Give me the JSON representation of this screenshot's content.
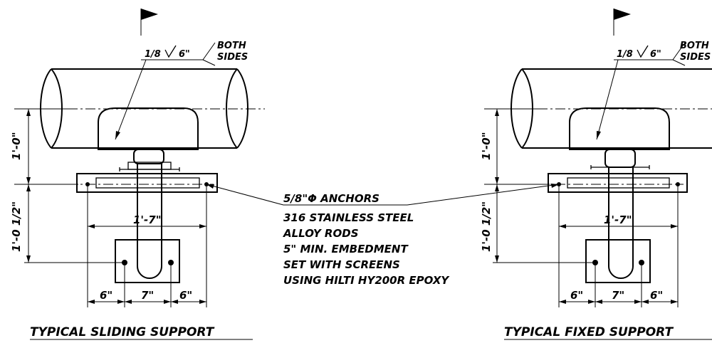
{
  "sliding": {
    "title": "TYPICAL SLIDING SUPPORT",
    "weld_size": "1/8",
    "weld_length": "6\"",
    "weld_note_line1": "BOTH",
    "weld_note_line2": "SIDES",
    "dim_height_top": "1'-0\"",
    "dim_height_bottom": "1'-0 1/2\"",
    "dim_width": "1'-7\"",
    "dim_left": "6\"",
    "dim_mid": "7\"",
    "dim_right": "6\""
  },
  "fixed": {
    "title": "TYPICAL FIXED SUPPORT",
    "weld_size": "1/8",
    "weld_length": "6\"",
    "weld_note_line1": "BOTH",
    "weld_note_line2": "SIDES",
    "dim_height_top": "1'-0\"",
    "dim_height_bottom": "1'-0 1/2\"",
    "dim_width": "1'-7\"",
    "dim_left": "6\"",
    "dim_mid": "7\"",
    "dim_right": "6\""
  },
  "anchor_note": {
    "lines": [
      "5/8\"Φ ANCHORS",
      "316 STAINLESS STEEL",
      "ALLOY RODS",
      "5\" MIN. EMBEDMENT",
      "SET WITH SCREENS",
      "USING HILTI HY200R EPOXY"
    ]
  }
}
